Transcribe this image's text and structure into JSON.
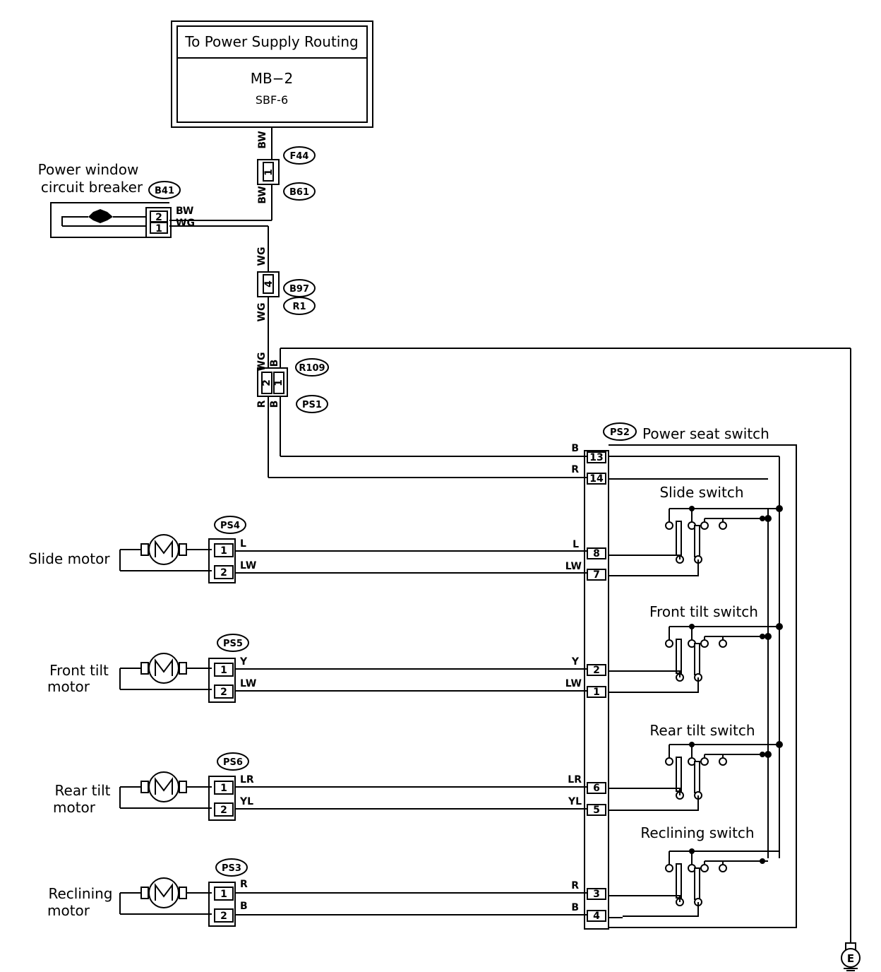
{
  "power_supply": {
    "header": "To Power Supply Routing",
    "line1": "MB−2",
    "line2": "SBF-6"
  },
  "circuit_breaker": {
    "label_line1": "Power window",
    "label_line2": "circuit breaker",
    "connector": "B41",
    "pin_upper": "2",
    "pin_lower": "1",
    "wire_upper": "BW",
    "wire_lower": "WG"
  },
  "vertical_wires": {
    "w1": "BW",
    "w2": "BW",
    "w3": "WG",
    "w4": "WG",
    "w5": "WG",
    "w6": "B",
    "w7": "R",
    "w8": "B"
  },
  "connectors": {
    "f44": {
      "id": "F44",
      "pin": "1"
    },
    "b61": {
      "id": "B61"
    },
    "b97": {
      "id": "B97",
      "pin": "4"
    },
    "r1": {
      "id": "R1"
    },
    "r109": {
      "id": "R109",
      "pin_left": "2",
      "pin_right": "1"
    },
    "ps1": {
      "id": "PS1"
    },
    "ground": {
      "id": "E"
    }
  },
  "seat_switch": {
    "connector": "PS2",
    "title": "Power seat switch",
    "pins": {
      "p13": "13",
      "p14": "14",
      "p8": "8",
      "p7": "7",
      "p2": "2",
      "p1": "1",
      "p6": "6",
      "p5": "5",
      "p3": "3",
      "p4": "4"
    },
    "wires": {
      "p13": "B",
      "p14": "R",
      "p8": "L",
      "p7": "LW",
      "p2": "Y",
      "p1": "LW",
      "p6": "LR",
      "p5": "YL",
      "p3": "R",
      "p4": "B"
    },
    "switches": {
      "slide": "Slide switch",
      "front": "Front tilt switch",
      "rear": "Rear tilt switch",
      "reclining": "Reclining switch"
    }
  },
  "motors": [
    {
      "line1": "Slide motor",
      "line2": "",
      "connector": "PS4",
      "pin_a": "1",
      "pin_b": "2",
      "wire_a": "L",
      "wire_b": "LW"
    },
    {
      "line1": "Front tilt",
      "line2": "motor",
      "connector": "PS5",
      "pin_a": "1",
      "pin_b": "2",
      "wire_a": "Y",
      "wire_b": "LW"
    },
    {
      "line1": "Rear tilt",
      "line2": "motor",
      "connector": "PS6",
      "pin_a": "1",
      "pin_b": "2",
      "wire_a": "LR",
      "wire_b": "YL"
    },
    {
      "line1": "Reclining",
      "line2": "motor",
      "connector": "PS3",
      "pin_a": "1",
      "pin_b": "2",
      "wire_a": "R",
      "wire_b": "B"
    }
  ]
}
